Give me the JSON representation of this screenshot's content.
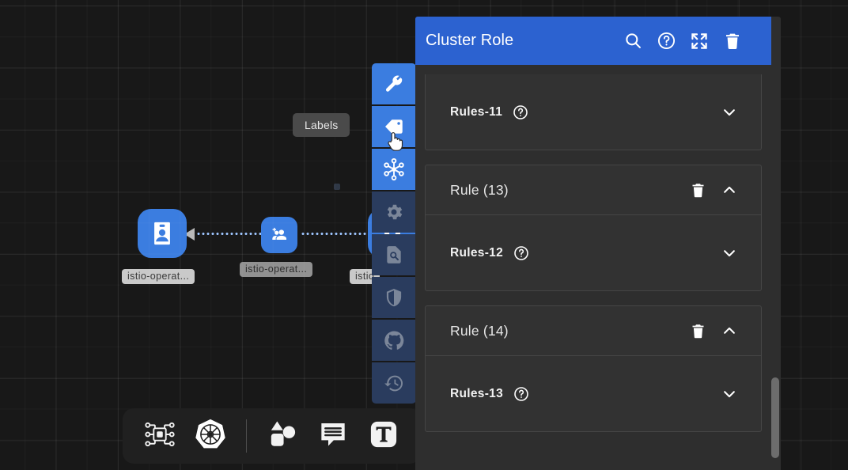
{
  "canvas": {
    "nodes": [
      {
        "id": "n1",
        "icon": "badge-icon",
        "label": "istio-operat...",
        "size": "big"
      },
      {
        "id": "n2",
        "icon": "group-add-icon",
        "label": "istio-operat...",
        "size": "mid"
      },
      {
        "id": "n3",
        "icon": "badge-icon",
        "label": "istio",
        "size": "big"
      }
    ]
  },
  "vtoolbar": {
    "items": [
      {
        "name": "wrench-icon",
        "active": true
      },
      {
        "name": "label-tag-icon",
        "active": true
      },
      {
        "name": "hub-network-icon",
        "active": true
      },
      {
        "name": "gear-icon",
        "active": false
      },
      {
        "name": "document-search-icon",
        "active": false
      },
      {
        "name": "shield-icon",
        "active": false
      },
      {
        "name": "github-icon",
        "active": false
      },
      {
        "name": "history-icon",
        "active": false
      }
    ],
    "tooltip": "Labels"
  },
  "btoolbar": {
    "items": [
      {
        "name": "circuit-chip-icon"
      },
      {
        "name": "kubernetes-icon"
      },
      {
        "name": "shapes-icon"
      },
      {
        "name": "comment-icon"
      },
      {
        "name": "text-tool-icon"
      }
    ]
  },
  "panel": {
    "title": "Cluster Role",
    "header_actions": [
      {
        "name": "search-icon"
      },
      {
        "name": "help-icon"
      },
      {
        "name": "expand-icon"
      },
      {
        "name": "delete-icon"
      }
    ],
    "cards": [
      {
        "kind": "fragment",
        "rules_label": "Rules-11"
      },
      {
        "kind": "rule",
        "title": "Rule (13)",
        "rules_label": "Rules-12"
      },
      {
        "kind": "rule",
        "title": "Rule (14)",
        "rules_label": "Rules-13"
      }
    ]
  },
  "colors": {
    "accent": "#3b7de0",
    "header": "#2c62d0",
    "panel_bg": "#2e2e2e",
    "card_bg": "#323232",
    "canvas_bg": "#181818"
  }
}
